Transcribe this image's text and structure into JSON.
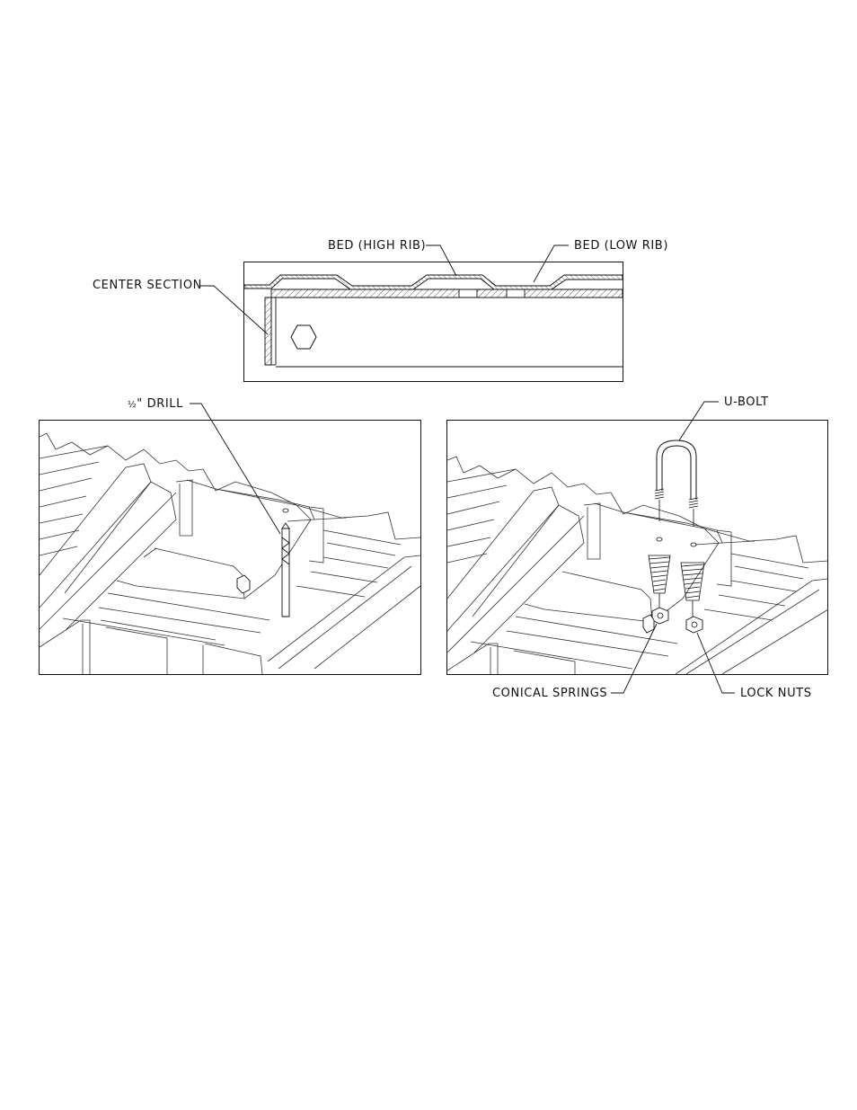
{
  "labels": {
    "bed_high_rib": "BED (HIGH RIB)",
    "bed_low_rib": "BED (LOW RIB)",
    "center_section": "CENTER SECTION",
    "drill_fraction": "½",
    "drill": "\" DRILL",
    "u_bolt": "U-BOLT",
    "conical_springs": "CONICAL SPRINGS",
    "lock_nuts": "LOCK NUTS"
  }
}
